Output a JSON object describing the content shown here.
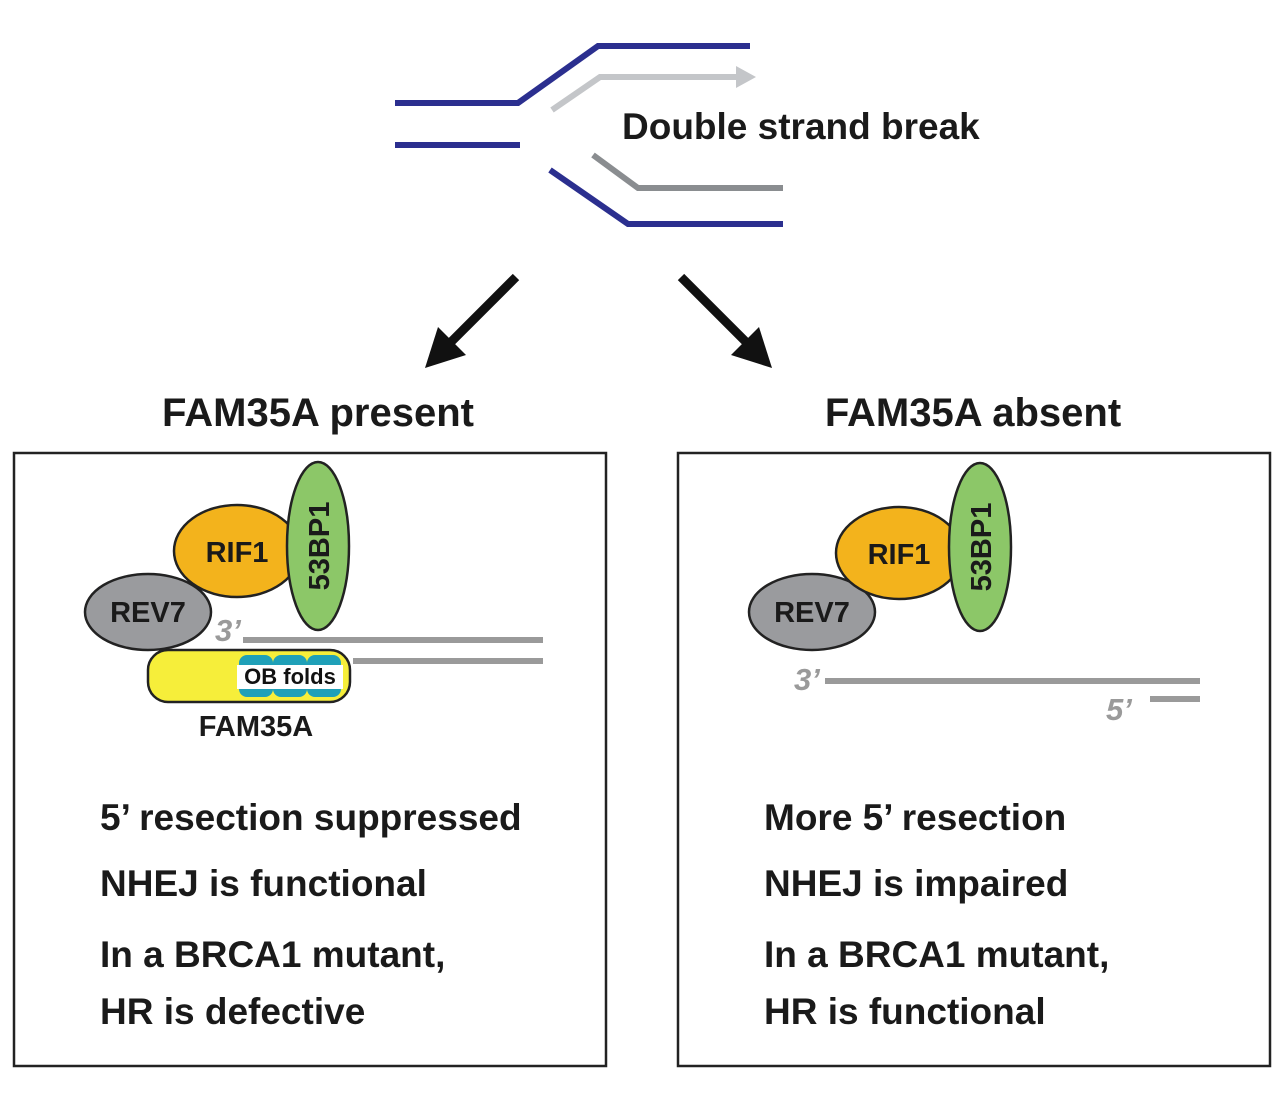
{
  "top": {
    "label": "Double strand break"
  },
  "left_panel": {
    "title": "FAM35A present",
    "proteins": {
      "rif1": "RIF1",
      "bp1": "53BP1",
      "rev7": "REV7",
      "ob": "OB folds",
      "fam35a": "FAM35A"
    },
    "end3": "3’",
    "lines": [
      "5’ resection suppressed",
      "NHEJ is functional",
      "In a BRCA1 mutant,",
      "HR is defective"
    ]
  },
  "right_panel": {
    "title": "FAM35A absent",
    "proteins": {
      "rif1": "RIF1",
      "bp1": "53BP1",
      "rev7": "REV7"
    },
    "end3": "3’",
    "end5": "5’",
    "lines": [
      "More 5’ resection",
      "NHEJ is impaired",
      "In a BRCA1 mutant,",
      "HR is functional"
    ]
  },
  "colors": {
    "dna_strand": "#2b2f8f",
    "light_strand": "#c4c6c9",
    "dark_strand": "#8a8d90",
    "rif1": "#f3b31c",
    "bp1": "#8cc768",
    "rev7": "#9a9b9e",
    "fam35a": "#f6ee3a",
    "ob_fold": "#1fa0b8"
  }
}
